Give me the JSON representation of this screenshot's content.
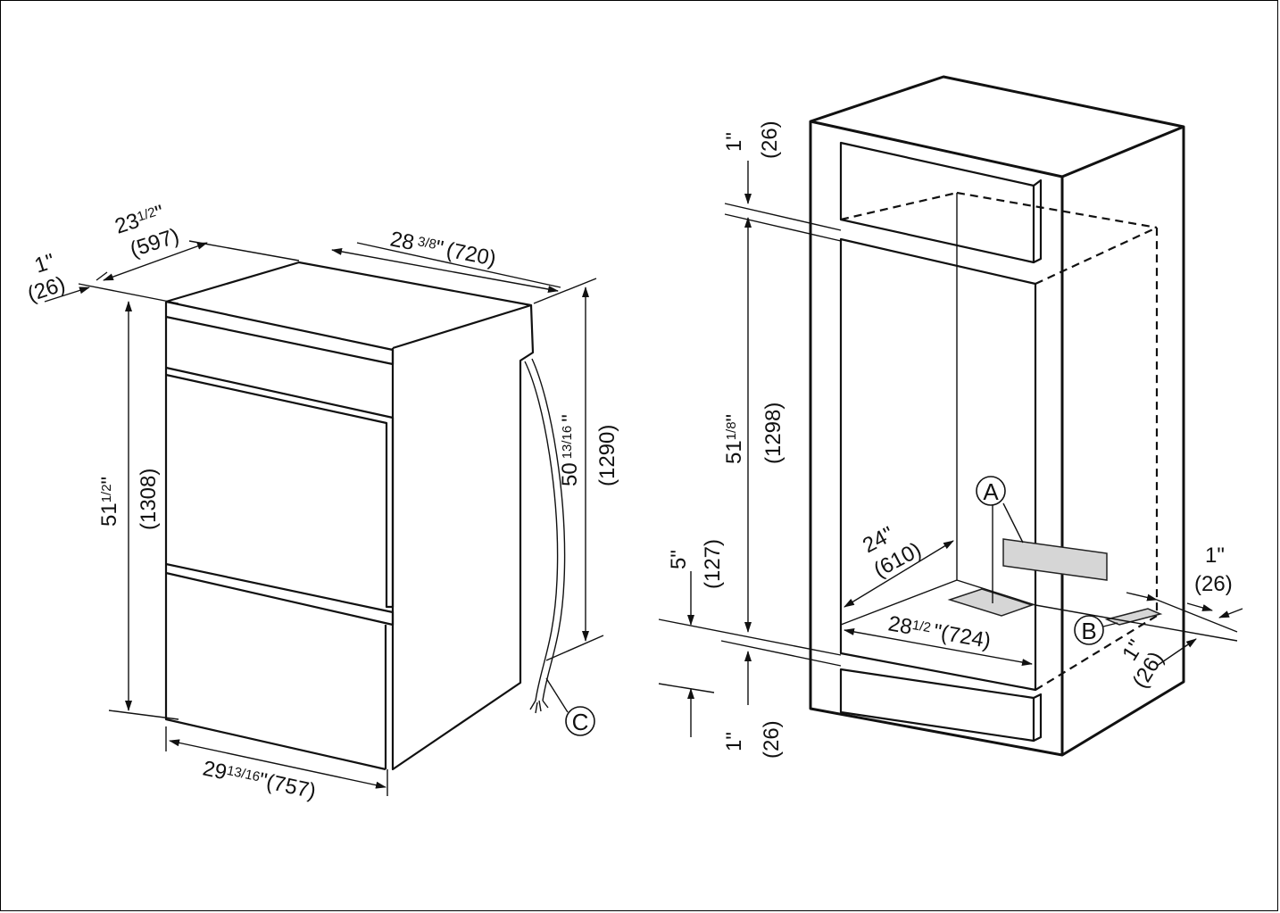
{
  "left_view": {
    "top_clearance": {
      "inch": "1\"",
      "mm": "(26)"
    },
    "depth_top": {
      "inch_whole": "23",
      "inch_frac": "1/2",
      "inch_mark": "\"",
      "mm": "(597)"
    },
    "width_side": {
      "inch_whole": "28",
      "inch_frac": "3/8",
      "inch_mark": "\"",
      "mm": "(720)"
    },
    "height_front": {
      "inch_whole": "51",
      "inch_frac": "1/2",
      "inch_mark": "\"",
      "mm": "(1308)"
    },
    "height_back": {
      "inch_whole": "50",
      "inch_frac": "13/16",
      "inch_mark": "\"",
      "mm": "(1290)"
    },
    "width_front": {
      "inch_whole": "29",
      "inch_frac": "13/16",
      "inch_mark": "\"",
      "mm": "(757)"
    },
    "cable_label": "C"
  },
  "right_view": {
    "top_gap": {
      "inch": "1\"",
      "mm": "(26)"
    },
    "niche_height": {
      "inch_whole": "51",
      "inch_frac": "1/8",
      "inch_mark": "\"",
      "mm": "(1298)"
    },
    "floor_height": {
      "inch": "5\"",
      "mm": "(127)"
    },
    "bottom_gap": {
      "inch": "1\"",
      "mm": "(26)"
    },
    "niche_depth": {
      "inch": "24\"",
      "mm": "(610)"
    },
    "niche_width": {
      "inch_whole": "28",
      "inch_frac": "1/2",
      "inch_mark": "\"",
      "mm": "(724)"
    },
    "side_gap_top": {
      "inch": "1\"",
      "mm": "(26)"
    },
    "side_gap_bottom": {
      "inch": "1\"",
      "mm": "(26)"
    },
    "label_a": "A",
    "label_b": "B"
  }
}
